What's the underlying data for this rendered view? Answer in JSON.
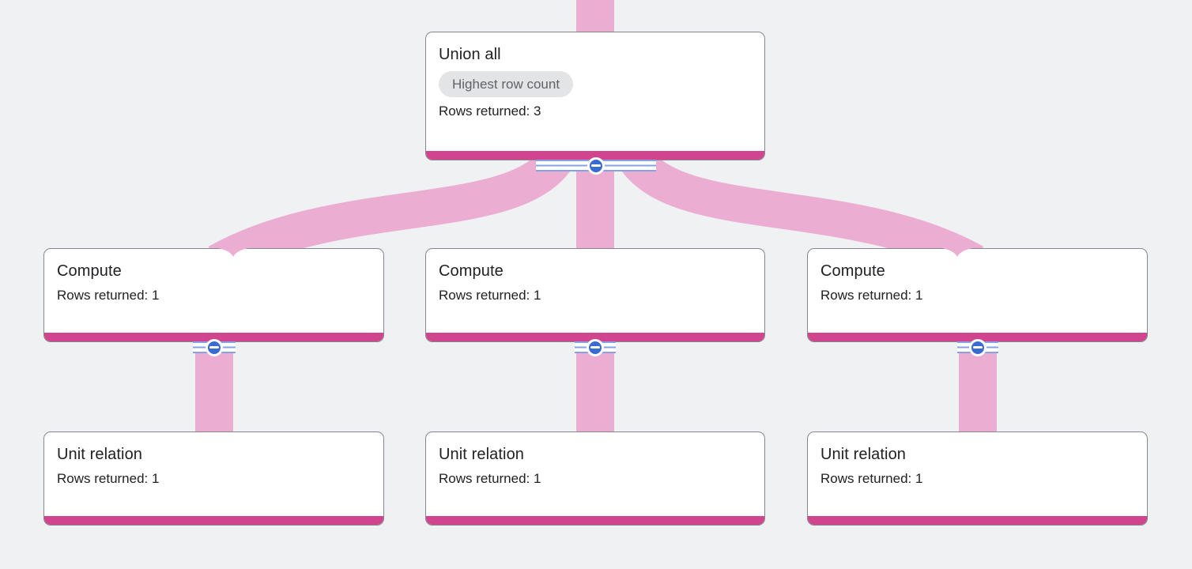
{
  "view": "query-execution-graph",
  "colors": {
    "background": "#eff1f3",
    "card_bg": "#ffffff",
    "card_border": "#85898d",
    "accent_magenta": "#d1458f",
    "edge_pink": "#ecadd2",
    "collapse_blue": "#3a6bd1",
    "stripe_blue": "#85a3e3",
    "badge_bg": "#e3e4e6",
    "badge_text": "#5f6368",
    "title_text": "#202124",
    "body_text": "#202124"
  },
  "icons": {
    "collapse": "minus-circle-icon"
  },
  "graph": {
    "nodes": [
      {
        "id": "union-all",
        "title": "Union all",
        "badge": "Highest row count",
        "rows": "Rows returned: 3"
      },
      {
        "id": "compute-1",
        "title": "Compute",
        "rows": "Rows returned: 1"
      },
      {
        "id": "compute-2",
        "title": "Compute",
        "rows": "Rows returned: 1"
      },
      {
        "id": "compute-3",
        "title": "Compute",
        "rows": "Rows returned: 1"
      },
      {
        "id": "unit-relation-1",
        "title": "Unit relation",
        "rows": "Rows returned: 1"
      },
      {
        "id": "unit-relation-2",
        "title": "Unit relation",
        "rows": "Rows returned: 1"
      },
      {
        "id": "unit-relation-3",
        "title": "Unit relation",
        "rows": "Rows returned: 1"
      }
    ]
  }
}
